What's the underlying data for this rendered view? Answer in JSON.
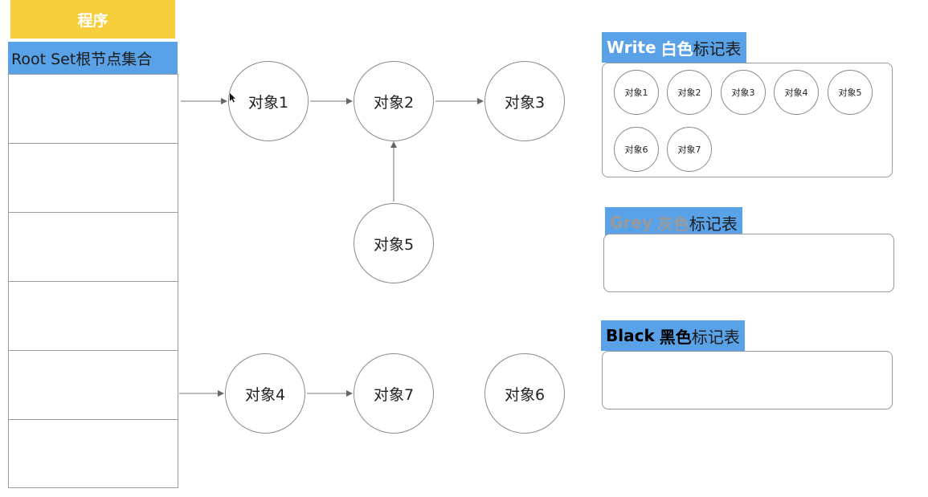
{
  "program": {
    "title": "程序"
  },
  "root_set": {
    "title": "Root Set根节点集合",
    "row_count": 6
  },
  "nodes": {
    "obj1": "对象1",
    "obj2": "对象2",
    "obj3": "对象3",
    "obj4": "对象4",
    "obj5": "对象5",
    "obj6": "对象6",
    "obj7": "对象7"
  },
  "edges": [
    [
      "root_set_row_1",
      "obj1"
    ],
    [
      "obj1",
      "obj2"
    ],
    [
      "obj2",
      "obj3"
    ],
    [
      "obj5",
      "obj2"
    ],
    [
      "root_set_row_5",
      "obj4"
    ],
    [
      "obj4",
      "obj7"
    ]
  ],
  "tables": {
    "white": {
      "title_en": "Write",
      "title_color": "白色",
      "title_rest": "标记表",
      "items": [
        "对象1",
        "对象2",
        "对象3",
        "对象4",
        "对象5",
        "对象6",
        "对象7"
      ]
    },
    "grey": {
      "title_en": "Grey",
      "title_color": "灰色",
      "title_rest": "标记表",
      "items": []
    },
    "black": {
      "title_en": "Black",
      "title_color": "黑色",
      "title_rest": "标记表",
      "items": []
    }
  },
  "colors": {
    "program_header": "#f6cd3a",
    "title_highlight": "#5aa2e8",
    "white_label": "#ffffff",
    "grey_label": "#9a9a9a",
    "black_label": "#000000"
  },
  "icons": {
    "cursor": "cursor-arrow-icon"
  }
}
